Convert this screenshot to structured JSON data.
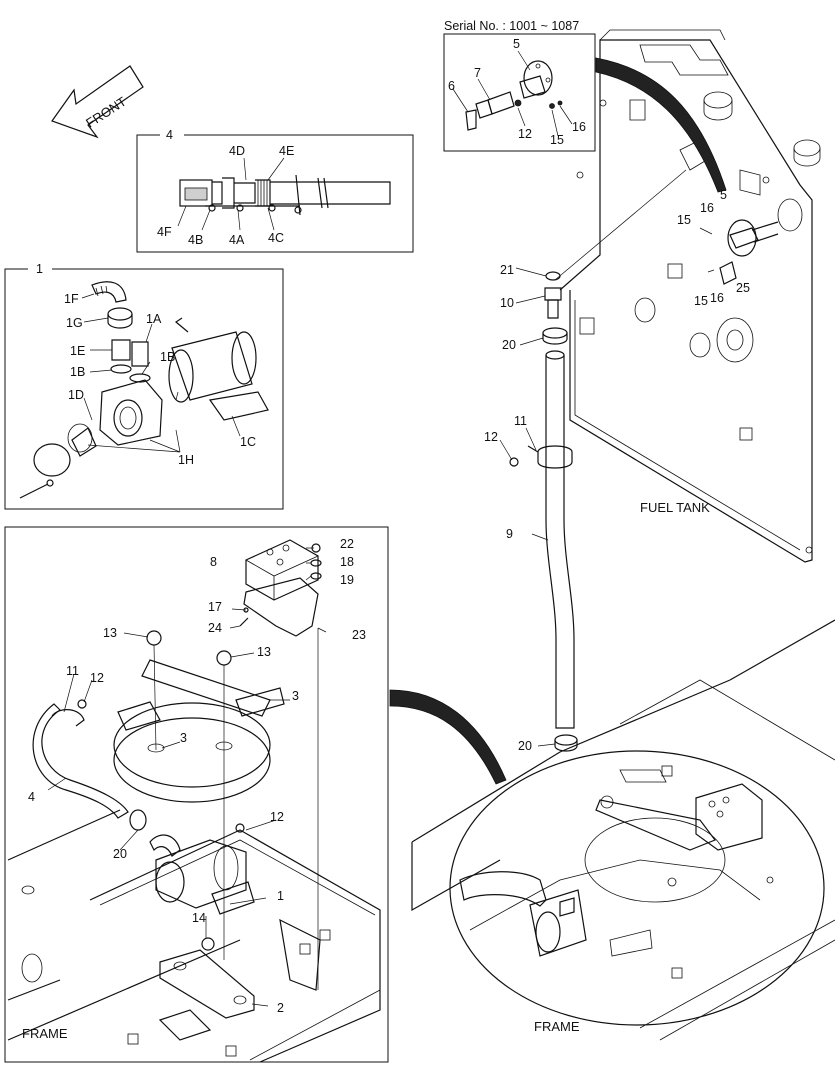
{
  "serial": "Serial No. : 1001 ~ 1087",
  "front_label": "FRONT",
  "area_labels": {
    "fuel_tank": "FUEL TANK",
    "frame_left": "FRAME",
    "frame_right": "FRAME"
  },
  "detail_box_4": {
    "title": "4",
    "labels": [
      "4D",
      "4E",
      "4F",
      "4B",
      "4A",
      "4C"
    ]
  },
  "detail_box_1": {
    "title": "1",
    "labels": [
      "1F",
      "1G",
      "1A",
      "1E",
      "1B",
      "1B",
      "1D",
      "1C",
      "1H"
    ]
  },
  "serial_box_labels": [
    "5",
    "7",
    "6",
    "12",
    "16",
    "15"
  ],
  "tank_labels": [
    "5",
    "16",
    "15",
    "21",
    "10",
    "15",
    "16",
    "25",
    "20",
    "11",
    "12",
    "9",
    "20"
  ],
  "frame_labels": [
    "22",
    "8",
    "18",
    "19",
    "17",
    "24",
    "23",
    "13",
    "13",
    "11",
    "12",
    "3",
    "3",
    "4",
    "20",
    "12",
    "1",
    "14",
    "2"
  ]
}
